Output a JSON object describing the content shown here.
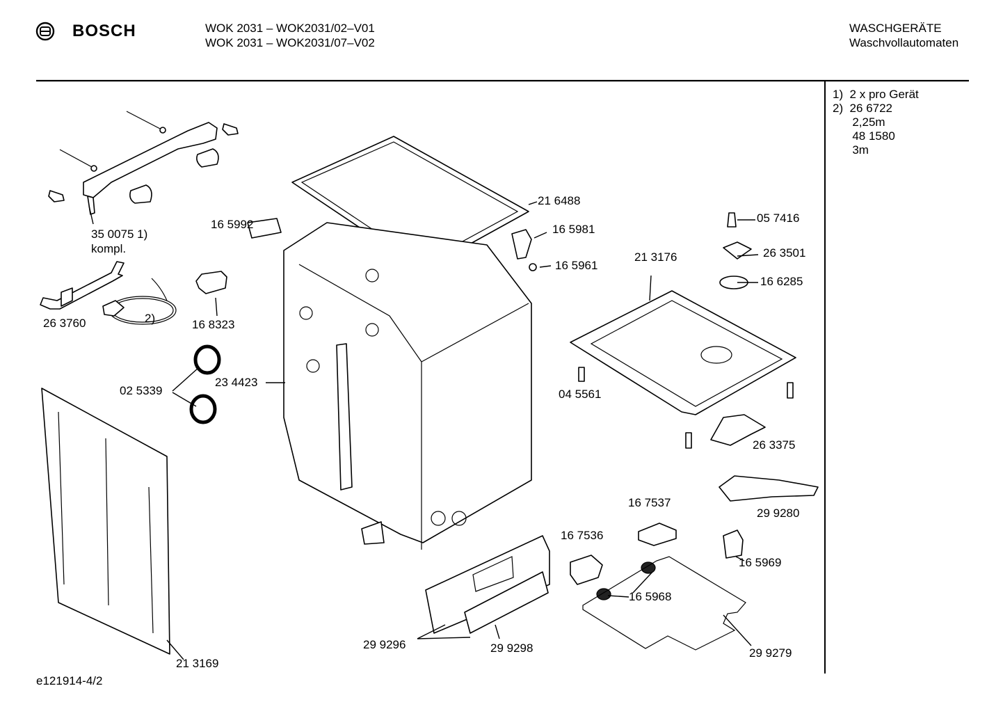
{
  "header": {
    "brand": "BOSCH",
    "model_line_1": "WOK 2031 – WOK2031/02–V01",
    "model_line_2": "WOK 2031 – WOK2031/07–V02",
    "category_1": "WASCHGERÄTE",
    "category_2": "Waschvollautomaten"
  },
  "notes": [
    "1)  2 x pro Gerät",
    "2)  26 6722",
    "      2,25m",
    "      48 1580",
    "      3m"
  ],
  "parts": [
    {
      "id": "350075",
      "label": "35 0075 1)"
    },
    {
      "id": "kompl",
      "label": "kompl."
    },
    {
      "id": "165992",
      "label": "16 5992"
    },
    {
      "id": "216488",
      "label": "21 6488"
    },
    {
      "id": "165981",
      "label": "16 5981"
    },
    {
      "id": "165961",
      "label": "16 5961"
    },
    {
      "id": "057416",
      "label": "05 7416"
    },
    {
      "id": "263501",
      "label": "26 3501"
    },
    {
      "id": "166285",
      "label": "16 6285"
    },
    {
      "id": "213176",
      "label": "21 3176"
    },
    {
      "id": "263760",
      "label": "26 3760"
    },
    {
      "id": "note2",
      "label": "2)"
    },
    {
      "id": "168323",
      "label": "16 8323"
    },
    {
      "id": "025339",
      "label": "02 5339"
    },
    {
      "id": "234423",
      "label": "23 4423"
    },
    {
      "id": "045561",
      "label": "04 5561"
    },
    {
      "id": "263375",
      "label": "26 3375"
    },
    {
      "id": "299280",
      "label": "29 9280"
    },
    {
      "id": "167537",
      "label": "16 7537"
    },
    {
      "id": "167536",
      "label": "16 7536"
    },
    {
      "id": "165969",
      "label": "16 5969"
    },
    {
      "id": "165968",
      "label": "16 5968"
    },
    {
      "id": "299296",
      "label": "29 9296"
    },
    {
      "id": "299298",
      "label": "29 9298"
    },
    {
      "id": "299279",
      "label": "29 9279"
    },
    {
      "id": "213169",
      "label": "21 3169"
    }
  ],
  "footer": {
    "drawing_number": "e121914-4/2"
  }
}
